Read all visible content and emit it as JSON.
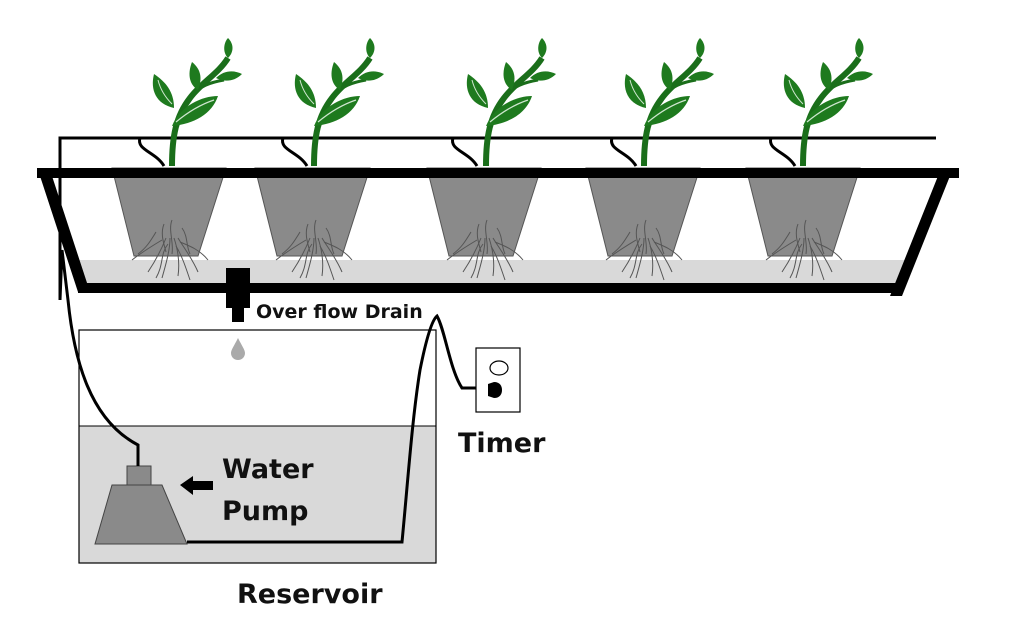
{
  "diagram": {
    "title": "Ebb and flow hydroponic system",
    "labels": {
      "overflow_drain": "Over flow Drain",
      "timer": "Timer",
      "water_pump_line1": "Water",
      "water_pump_line2": "Pump",
      "reservoir": "Reservoir"
    },
    "plant_count": 5,
    "colors": {
      "leaf": "#1e7a1e",
      "stem": "#1a6e1a",
      "pot": "#8a8a8a",
      "water": "#d9d9d9",
      "frame": "#000000",
      "pump": "#8a8a8a"
    }
  }
}
